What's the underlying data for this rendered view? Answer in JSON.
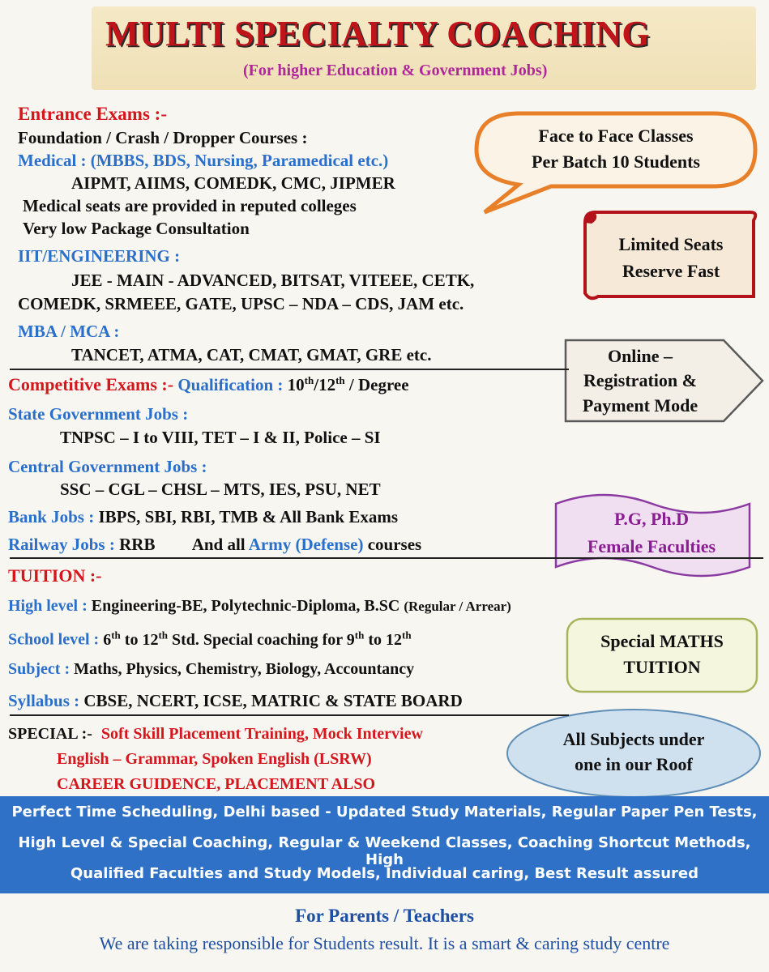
{
  "header": {
    "title": "MULTI SPECIALTY COACHING",
    "subtitle": "(For higher Education & Government Jobs)"
  },
  "entrance": {
    "heading": "Entrance Exams :-",
    "foundation": "Foundation / Crash / Dropper Courses :",
    "medical_label": "Medical : (MBBS, BDS, Nursing, Paramedical etc.)",
    "medical_exams": "AIPMT, AIIMS, COMEDK, CMC, JIPMER",
    "medical_note1": "Medical seats are provided in reputed colleges",
    "medical_note2": "Very low Package Consultation",
    "iit_label": "IIT/ENGINEERING :",
    "iit_exams1": "JEE - MAIN - ADVANCED, BITSAT, VITEEE, CETK,",
    "iit_exams2": "COMEDK, SRMEEE, GATE, UPSC – NDA – CDS, JAM etc.",
    "mba_label": "MBA / MCA :",
    "mba_exams": "TANCET, ATMA, CAT, CMAT, GMAT, GRE etc."
  },
  "competitive": {
    "heading": "Competitive Exams :-",
    "qual_label": "Qualification :",
    "qual_a": "10",
    "qual_a_sup": "th",
    "qual_b": "/12",
    "qual_b_sup": "th",
    "qual_c": " / Degree",
    "state_label": "State Government Jobs :",
    "state_exams": "TNPSC – I to VIII, TET – I & II, Police – SI",
    "central_label": "Central Government Jobs :",
    "central_exams": "SSC – CGL – CHSL – MTS, IES, PSU, NET",
    "bank_label": "Bank Jobs :",
    "bank_exams": "IBPS, SBI, RBI, TMB & All Bank Exams",
    "railway_label": "Railway Jobs :",
    "railway_exams": "RRB",
    "army_pre": "And all",
    "army_mid": "Army (Defense)",
    "army_post": "courses"
  },
  "tuition": {
    "heading": "TUITION :-",
    "high_label": "High level :",
    "high_text": "Engineering-BE, Polytechnic-Diploma, B.SC",
    "high_small": "(Regular / Arrear)",
    "school_label": "School level :",
    "school_a": "6",
    "school_a_sup": "th",
    "school_b": " to 12",
    "school_b_sup": "th",
    "school_c": " Std. Special coaching for  9",
    "school_c_sup": "th",
    "school_d": "  to 12",
    "school_d_sup": "th",
    "subject_label": "Subject :",
    "subject_text": "Maths, Physics, Chemistry, Biology, Accountancy",
    "syllabus_label": "Syllabus :",
    "syllabus_text": "CBSE, NCERT, ICSE, MATRIC &  STATE BOARD"
  },
  "special": {
    "label": "SPECIAL :-",
    "line1": "Soft Skill Placement Training, Mock Interview",
    "line2": "English – Grammar, Spoken English (LSRW)",
    "line3": "CAREER GUIDENCE, PLACEMENT ALSO"
  },
  "callouts": {
    "bubble1": "Face to Face Classes",
    "bubble2": "Per Batch 10 Students",
    "seats1": "Limited Seats",
    "seats2": "Reserve Fast",
    "online1": "Online –",
    "online2": "Registration &",
    "online3": "Payment Mode",
    "faculty1": "P.G, Ph.D",
    "faculty2": "Female Faculties",
    "maths1": "Special MATHS",
    "maths2": "TUITION",
    "roof1": "All Subjects under",
    "roof2": "one in our Roof"
  },
  "banner": {
    "line1": "Perfect Time Scheduling, Delhi based - Updated Study Materials, Regular Paper Pen Tests,",
    "line2": "High Level & Special Coaching, Regular & Weekend Classes, Coaching Shortcut Methods, High",
    "line3": "Qualified Faculties and Study Models, Individual caring,  Best Result assured"
  },
  "footer": {
    "heading": "For Parents / Teachers",
    "text": "We are taking responsible for Students result. It is a smart & caring study centre"
  },
  "colors": {
    "red": "#d4161d",
    "blue": "#2a6fc9",
    "banner": "#2f71c6",
    "title": "#c0141b",
    "subtitle": "#b0279a"
  }
}
